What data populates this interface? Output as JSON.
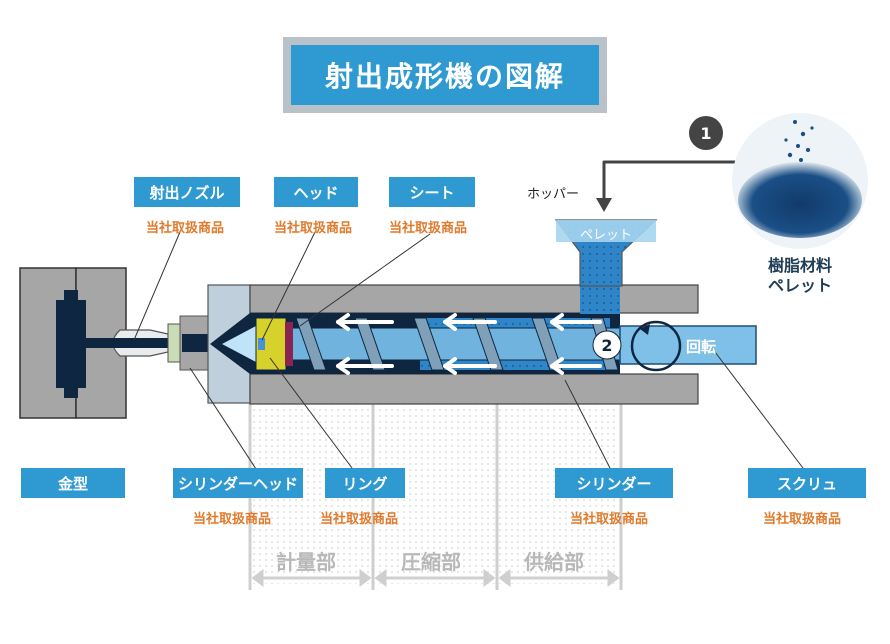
{
  "title": "射出成形機の図解",
  "colors": {
    "accent": "#2f9ad2",
    "orange": "#e07a2c",
    "navy": "#0e2640",
    "gray": "#b2b2b2"
  },
  "labels": {
    "nozzle": "射出ノズル",
    "head": "ヘッド",
    "sheet": "シート",
    "mold": "金型",
    "cylinder_head": "シリンダーヘッド",
    "ring": "リング",
    "cylinder": "シリンダー",
    "screw": "スクリュ"
  },
  "sub_label": "当社取扱商品",
  "hopper": "ホッパー",
  "pellet": "ペレット",
  "rotation": "回転",
  "resin_pellet": [
    "樹脂材料",
    "ペレット"
  ],
  "steps": [
    "1",
    "2"
  ],
  "zones": [
    "計量部",
    "圧縮部",
    "供給部"
  ]
}
